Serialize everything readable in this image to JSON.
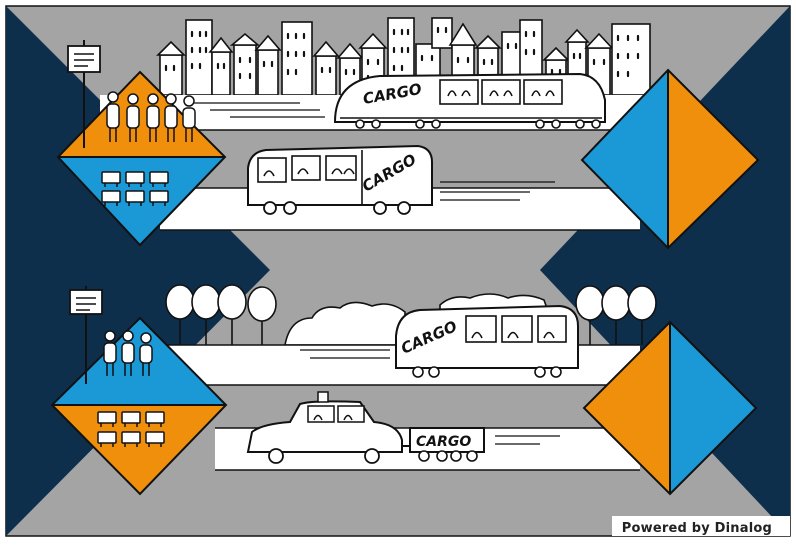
{
  "colors": {
    "navy": "#0e2f4c",
    "gray": "#a4a4a4",
    "blue": "#1b98d6",
    "orange": "#f08f0c",
    "white": "#ffffff",
    "ink": "#111111"
  },
  "vehicles": {
    "train_label": "CARGO",
    "bus_label": "CARGO",
    "tram_label": "CARGO",
    "trailer_label": "CARGO"
  },
  "footer": {
    "credit": "Powered by Dinalog"
  }
}
